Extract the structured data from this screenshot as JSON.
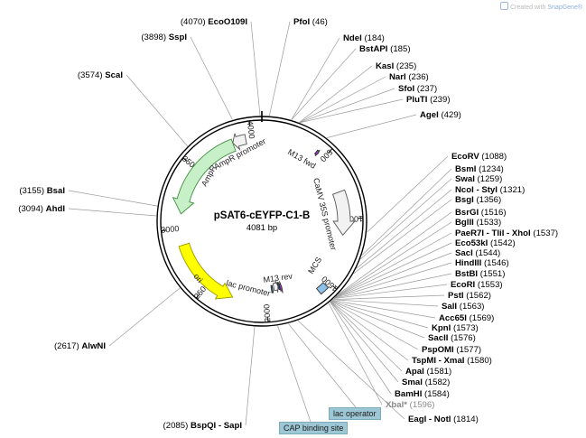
{
  "credit": {
    "prefix": "Created with",
    "brand": "SnapGene®"
  },
  "plasmid": {
    "name": "pSAT6-cEYFP-C1-B",
    "size_label": "4081 bp",
    "length": 4081
  },
  "ticks": [
    {
      "pos": 500,
      "label": "500"
    },
    {
      "pos": 1000,
      "label": "1000"
    },
    {
      "pos": 1500,
      "label": "1500"
    },
    {
      "pos": 2000,
      "label": "2000"
    },
    {
      "pos": 2500,
      "label": "2500"
    },
    {
      "pos": 3000,
      "label": "3000"
    },
    {
      "pos": 3500,
      "label": "3500"
    },
    {
      "pos": 4000,
      "label": "4000"
    }
  ],
  "features": [
    {
      "name": "AmpR",
      "start": 3120,
      "end": 3850,
      "dir": "reverse",
      "color": "#c8f0c8"
    },
    {
      "name": "AmpR promoter",
      "start": 3850,
      "end": 3955,
      "dir": "reverse",
      "color": "#f2f2f2"
    },
    {
      "name": "ori",
      "start": 2280,
      "end": 2870,
      "dir": "reverse",
      "color": "#ffff00"
    },
    {
      "name": "CaMV 35S promoter",
      "start": 785,
      "end": 1130,
      "dir": "forward",
      "color": "#f2f2f2"
    },
    {
      "name": "M13 fwd",
      "start": 432,
      "end": 450,
      "dir": "forward",
      "color": "#9b30c8"
    },
    {
      "name": "M13 rev",
      "start": 1850,
      "end": 1868,
      "dir": "reverse",
      "color": "#9b30c8"
    },
    {
      "name": "lac promoter",
      "start": 1882,
      "end": 1925,
      "dir": "reverse",
      "color": "#f2f2f2"
    },
    {
      "name": "MCS",
      "start": 1530,
      "end": 1597,
      "dir": "none",
      "color": "#8ec1ea"
    },
    {
      "name": "lac operator",
      "start": 1870,
      "end": 1881,
      "dir": "none",
      "color": "#2d6e8a"
    },
    {
      "name": "CAP binding site",
      "start": 1937,
      "end": 1950,
      "dir": "none",
      "color": "#2d6e8a"
    }
  ],
  "sites_right": [
    {
      "name": "PfoI",
      "pos": "(46)"
    },
    {
      "name": "NdeI",
      "pos": "(184)"
    },
    {
      "name": "BstAPI",
      "pos": "(185)"
    },
    {
      "name": "KasI",
      "pos": "(235)"
    },
    {
      "name": "NarI",
      "pos": "(236)"
    },
    {
      "name": "SfoI",
      "pos": "(237)"
    },
    {
      "name": "PluTI",
      "pos": "(239)"
    },
    {
      "name": "AgeI",
      "pos": "(429)"
    },
    {
      "name": "EcoRV",
      "pos": "(1088)"
    },
    {
      "name": "BsmI",
      "pos": "(1234)"
    },
    {
      "name": "SwaI",
      "pos": "(1259)"
    },
    {
      "name": "NcoI - StyI",
      "pos": "(1321)"
    },
    {
      "name": "BsgI",
      "pos": "(1356)"
    },
    {
      "name": "BsrGI",
      "pos": "(1516)"
    },
    {
      "name": "BglII",
      "pos": "(1533)"
    },
    {
      "name": "PaeR7I - TliI - XhoI",
      "pos": "(1537)"
    },
    {
      "name": "Eco53kI",
      "pos": "(1542)"
    },
    {
      "name": "SacI",
      "pos": "(1544)"
    },
    {
      "name": "HindIII",
      "pos": "(1546)"
    },
    {
      "name": "BstBI",
      "pos": "(1551)"
    },
    {
      "name": "EcoRI",
      "pos": "(1553)"
    },
    {
      "name": "PstI",
      "pos": "(1562)"
    },
    {
      "name": "SalI",
      "pos": "(1563)"
    },
    {
      "name": "Acc65I",
      "pos": "(1569)"
    },
    {
      "name": "KpnI",
      "pos": "(1573)"
    },
    {
      "name": "SacII",
      "pos": "(1576)"
    },
    {
      "name": "PspOMI",
      "pos": "(1577)"
    },
    {
      "name": "TspMI - XmaI",
      "pos": "(1580)"
    },
    {
      "name": "ApaI",
      "pos": "(1581)"
    },
    {
      "name": "SmaI",
      "pos": "(1582)"
    },
    {
      "name": "BamHI",
      "pos": "(1584)"
    },
    {
      "name": "XbaI*",
      "pos": "(1596)"
    },
    {
      "name": "EagI - NotI",
      "pos": "(1814)"
    }
  ],
  "sites_left": [
    {
      "name": "EcoO109I",
      "pos": "(4070)"
    },
    {
      "name": "SspI",
      "pos": "(3898)"
    },
    {
      "name": "ScaI",
      "pos": "(3574)"
    },
    {
      "name": "BsaI",
      "pos": "(3155)"
    },
    {
      "name": "AhdI",
      "pos": "(3094)"
    },
    {
      "name": "AlwNI",
      "pos": "(2617)"
    },
    {
      "name": "BspQI - SapI",
      "pos": "(2085)"
    }
  ],
  "boxes": [
    {
      "label": "lac operator"
    },
    {
      "label": "CAP binding site"
    }
  ]
}
